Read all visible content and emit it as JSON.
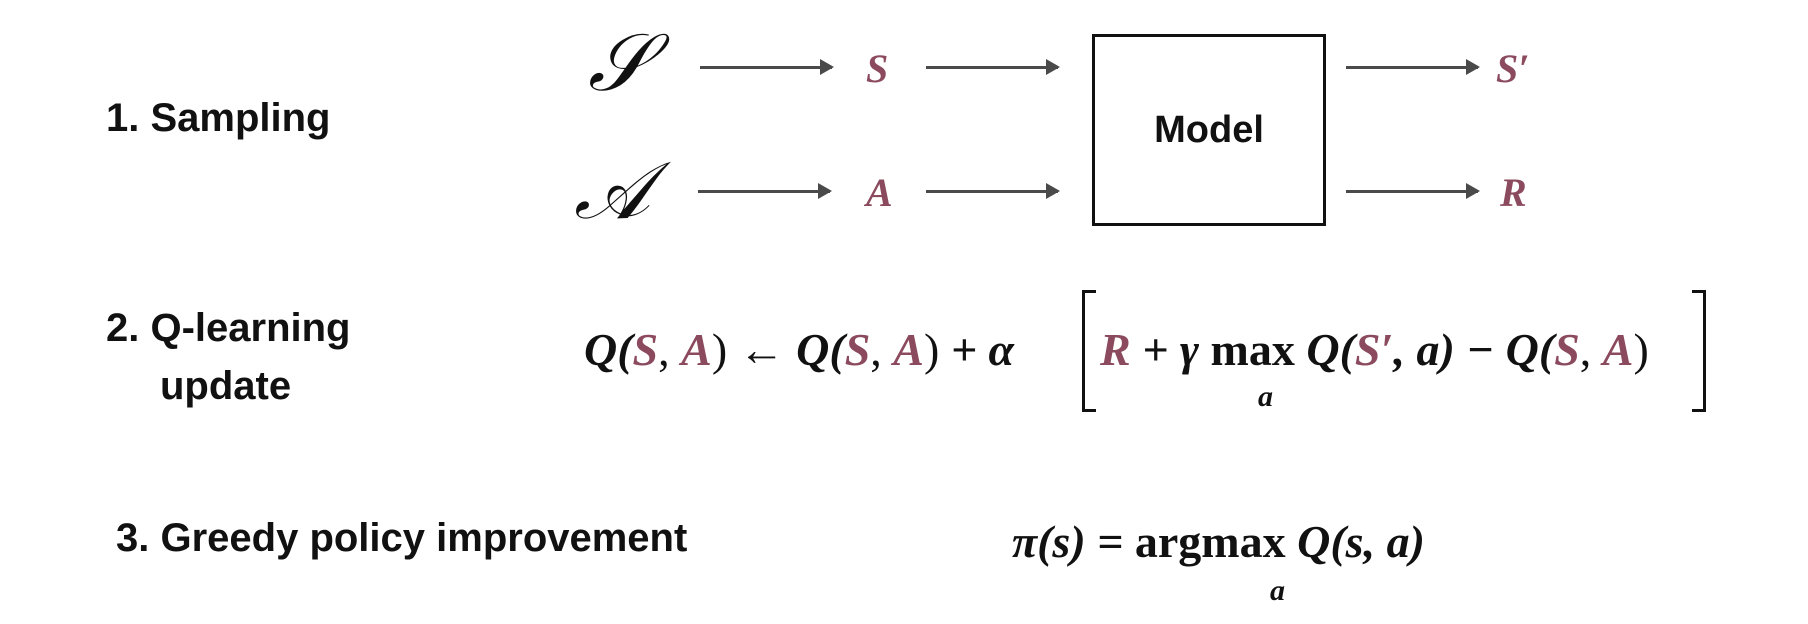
{
  "steps": {
    "sampling": "1. Sampling",
    "qlearning_line1": "2. Q-learning",
    "qlearning_line2": "update",
    "greedy": "3. Greedy policy improvement"
  },
  "sampling_diagram": {
    "state_space": "𝒮",
    "action_space": "𝒜",
    "state": "S",
    "action": "A",
    "model": "Model",
    "next_state": "S′",
    "reward": "R"
  },
  "update_eq": {
    "lhs_q": "Q(",
    "lhs_s": "S",
    "lhs_comma": ", ",
    "lhs_a": "A",
    "lhs_close": ")",
    "arrow": " ← ",
    "rhs_q": "Q(",
    "rhs_s": "S",
    "rhs_comma": ", ",
    "rhs_a": "A",
    "rhs_close": ")",
    "plus_alpha": " + α ",
    "r": "R",
    "plus_gamma": " + γ ",
    "max": "max",
    "max_sub": "a",
    "q_next": " Q(",
    "s_prime": "S′",
    "q_next_rest": ", a) − Q(",
    "last_s": "S",
    "last_comma": ", ",
    "last_a": "A",
    "last_close": ")"
  },
  "policy_eq": {
    "lhs": "π(s) = ",
    "argmax": "argmax",
    "argmax_sub": "a",
    "rhs": " Q(s, a)"
  },
  "colors": {
    "variable": "#8b4a5e",
    "text": "#111111",
    "arrow": "#4a4a4a"
  }
}
